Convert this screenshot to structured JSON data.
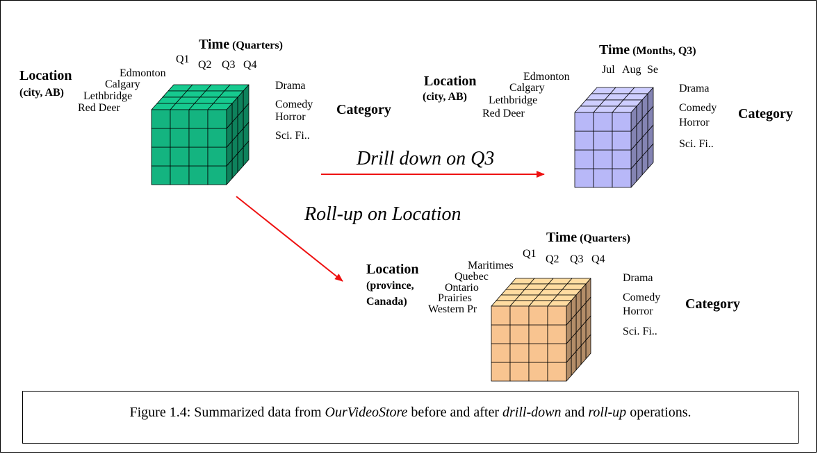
{
  "colors": {
    "cube1": "#14b480",
    "cube2": "#b8b8f8",
    "cube3": "#f8c490",
    "arrow": "#ee1111"
  },
  "cube1": {
    "time_title": "Time",
    "time_sub": "(Quarters)",
    "quarters": [
      "Q1",
      "Q2",
      "Q3",
      "Q4"
    ],
    "location_title": "Location",
    "location_sub": "(city, AB)",
    "locations": [
      "Edmonton",
      "Calgary",
      "Lethbridge",
      "Red Deer"
    ],
    "category_title": "Category",
    "categories": [
      "Drama",
      "Comedy",
      "Horror",
      "Sci. Fi.."
    ]
  },
  "cube2": {
    "time_title": "Time",
    "time_sub": "(Months, Q3)",
    "months": [
      "Jul",
      "Aug",
      "Se"
    ],
    "location_title": "Location",
    "location_sub": "(city, AB)",
    "locations": [
      "Edmonton",
      "Calgary",
      "Lethbridge",
      "Red Deer"
    ],
    "category_title": "Category",
    "categories": [
      "Drama",
      "Comedy",
      "Horror",
      "Sci. Fi.."
    ]
  },
  "cube3": {
    "time_title": "Time",
    "time_sub": "(Quarters)",
    "quarters": [
      "Q1",
      "Q2",
      "Q3",
      "Q4"
    ],
    "location_title": "Location",
    "location_sub1": "(province,",
    "location_sub2": "Canada)",
    "locations": [
      "Maritimes",
      "Quebec",
      "Ontario",
      "Prairies",
      "Western Pr"
    ],
    "category_title": "Category",
    "categories": [
      "Drama",
      "Comedy",
      "Horror",
      "Sci. Fi.."
    ]
  },
  "operations": {
    "drill_down": "Drill down on Q3",
    "roll_up": "Roll-up on Location"
  },
  "caption": {
    "prefix": "Figure 1.4: Summarized data from ",
    "store": "OurVideoStore",
    "middle": " before and after ",
    "op1": "drill-down",
    "and": " and ",
    "op2": "roll-up",
    "suffix": " operations."
  }
}
